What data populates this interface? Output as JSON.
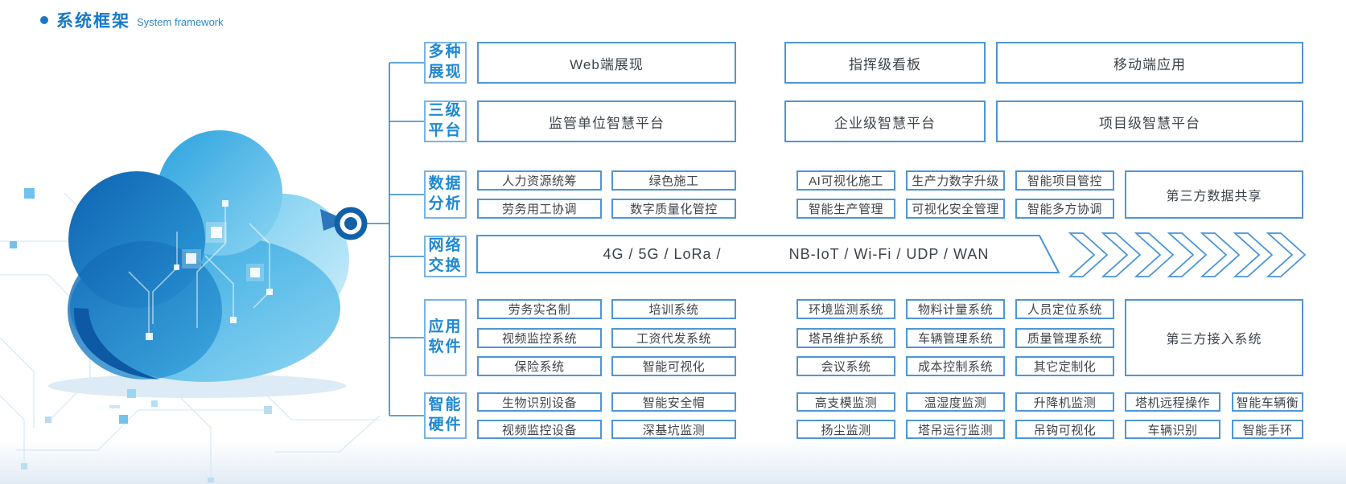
{
  "header": {
    "title_zh": "系统框架",
    "title_en": "System framework"
  },
  "colors": {
    "accent_blue": "#1778c8",
    "box_border_blue": "#4e96d5",
    "label_text_blue": "#1e88d2",
    "body_text": "#3d444b",
    "node_blue": "#1261a8",
    "cloud_dark_blue": "#0f62b0",
    "cloud_light_blue": "#8ed6f3"
  },
  "labels": {
    "display": [
      "多种",
      "展现"
    ],
    "platform": [
      "三级",
      "平台"
    ],
    "data": [
      "数据",
      "分析"
    ],
    "network": [
      "网络",
      "交换"
    ],
    "software": [
      "应用",
      "软件"
    ],
    "hardware": [
      "智能",
      "硬件"
    ]
  },
  "row_display": [
    "Web端展现",
    "指挥级看板",
    "移动端应用"
  ],
  "row_platform": [
    "监管单位智慧平台",
    "企业级智慧平台",
    "项目级智慧平台"
  ],
  "row_data": {
    "small": [
      [
        "人力资源统筹",
        "绿色施工",
        "AI可视化施工",
        "生产力数字升级",
        "智能项目管控"
      ],
      [
        "劳务用工协调",
        "数字质量化管控",
        "智能生产管理",
        "可视化安全管理",
        "智能多方协调"
      ]
    ],
    "big": "第三方数据共享"
  },
  "row_network": {
    "left": "4G / 5G / LoRa /",
    "right": "NB-IoT / Wi-Fi / UDP / WAN"
  },
  "row_software": {
    "small": [
      [
        "劳务实名制",
        "培训系统",
        "环境监测系统",
        "物料计量系统",
        "人员定位系统"
      ],
      [
        "视频监控系统",
        "工资代发系统",
        "塔吊维护系统",
        "车辆管理系统",
        "质量管理系统"
      ],
      [
        "保险系统",
        "智能可视化",
        "会议系统",
        "成本控制系统",
        "其它定制化"
      ]
    ],
    "big": "第三方接入系统"
  },
  "row_hardware": {
    "small": [
      [
        "生物识别设备",
        "智能安全帽",
        "高支模监测",
        "温湿度监测",
        "升降机监测",
        "塔机远程操作",
        "智能车辆衡"
      ],
      [
        "视频监控设备",
        "深基坑监测",
        "扬尘监测",
        "塔吊运行监测",
        "吊钩可视化",
        "车辆识别",
        "智能手环"
      ]
    ]
  }
}
